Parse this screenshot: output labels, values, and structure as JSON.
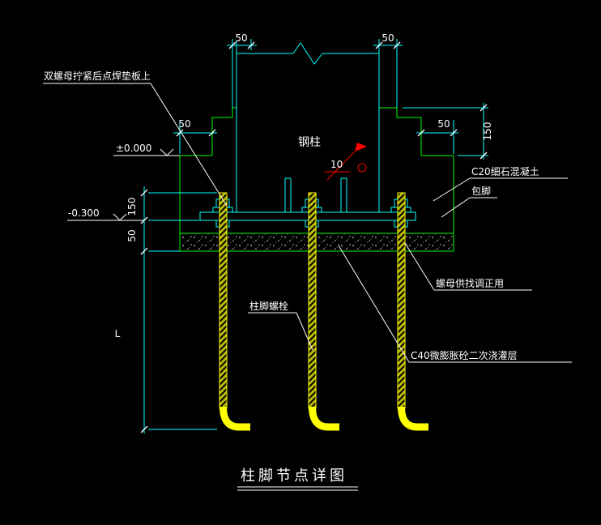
{
  "drawing": {
    "title": "柱脚节点详图",
    "notes": {
      "double_nut": "双螺母拧紧后点焊垫板上",
      "steel_column": "钢柱",
      "c20_concrete": "C20细石混凝土",
      "encasement": "包脚",
      "leveling_nut": "螺母供找调正用",
      "anchor_bolt": "柱脚螺栓",
      "c40_grout": "C40微膨胀砼二次浇灌层"
    },
    "elevations": {
      "ground": "±0.000",
      "base": "-0.300"
    },
    "weld": {
      "size": "10"
    },
    "dims": {
      "top_left": "50",
      "top_right": "50",
      "mid_left": "50",
      "mid_right": "50",
      "encasement_height": "150",
      "pedestal_150": "150",
      "grout_50": "50",
      "bolt_length": "L"
    },
    "colors": {
      "background": "#000000",
      "steel_cyan": "#00ffff",
      "concrete_green": "#00ff00",
      "bolt_yellow": "#ffff00",
      "weld_red": "#ff0000",
      "text_white": "#ffffff"
    }
  }
}
